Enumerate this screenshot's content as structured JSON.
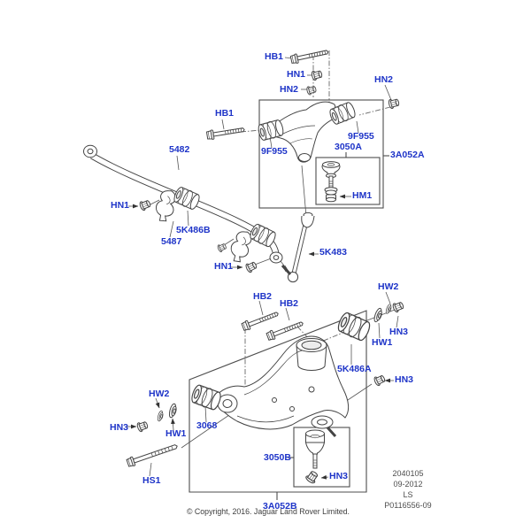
{
  "colors": {
    "label_blue": "#1e34c8",
    "line_dark": "#454545",
    "footer_gray": "#4d4d4d",
    "background": "#ffffff"
  },
  "labels": {
    "hb1_top": "HB1",
    "hn1_top": "HN1",
    "hn2_top_a": "HN2",
    "hn2_top_b": "HN2",
    "hb1_mid": "HB1",
    "f955_left": "9F955",
    "f955_right": "9F955",
    "p3050a": "3050A",
    "p3a052a": "3A052A",
    "hm1": "HM1",
    "p5482": "5482",
    "hn1_left": "HN1",
    "p5k486b": "5K486B",
    "p5487": "5487",
    "hn1_mid": "HN1",
    "p5k483": "5K483",
    "hb2_a": "HB2",
    "hb2_b": "HB2",
    "hw2_right": "HW2",
    "hn3_right_top": "HN3",
    "hw1_right": "HW1",
    "p5k486a": "5K486A",
    "hn3_right_mid": "HN3",
    "hw2_left": "HW2",
    "hn3_left": "HN3",
    "hw1_left": "HW1",
    "p3068": "3068",
    "hs1": "HS1",
    "p3050b": "3050B",
    "hn3_box": "HN3",
    "p3a052b": "3A052B"
  },
  "footer": {
    "line1": "2040105",
    "line2": "09-2012",
    "line3": "LS",
    "line4": "P0116556-09"
  },
  "copyright": "© Copyright, 2016. Jaguar Land Rover Limited."
}
